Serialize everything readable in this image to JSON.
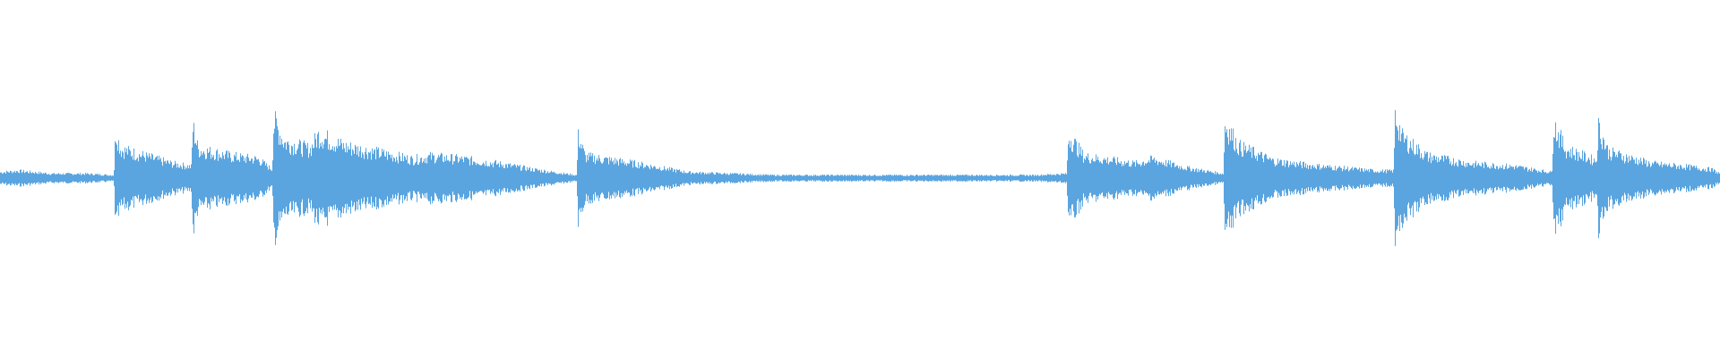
{
  "waveform": {
    "color": "#5aa5e0",
    "background": "#ffffff",
    "peaks": [
      [
        0.0,
        0.04
      ],
      [
        0.01,
        0.05
      ],
      [
        0.03,
        0.03
      ],
      [
        0.05,
        0.03
      ],
      [
        0.066,
        0.02
      ],
      [
        0.067,
        0.33
      ],
      [
        0.07,
        0.2
      ],
      [
        0.085,
        0.15
      ],
      [
        0.1,
        0.1
      ],
      [
        0.111,
        0.08
      ],
      [
        0.112,
        0.36
      ],
      [
        0.115,
        0.2
      ],
      [
        0.135,
        0.15
      ],
      [
        0.15,
        0.13
      ],
      [
        0.158,
        0.06
      ],
      [
        0.159,
        0.4
      ],
      [
        0.165,
        0.25
      ],
      [
        0.18,
        0.2
      ],
      [
        0.185,
        0.3
      ],
      [
        0.2,
        0.22
      ],
      [
        0.24,
        0.13
      ],
      [
        0.25,
        0.15
      ],
      [
        0.27,
        0.13
      ],
      [
        0.29,
        0.1
      ],
      [
        0.31,
        0.06
      ],
      [
        0.335,
        0.02
      ],
      [
        0.336,
        0.3
      ],
      [
        0.34,
        0.15
      ],
      [
        0.37,
        0.1
      ],
      [
        0.4,
        0.04
      ],
      [
        0.45,
        0.02
      ],
      [
        0.5,
        0.02
      ],
      [
        0.55,
        0.02
      ],
      [
        0.6,
        0.02
      ],
      [
        0.62,
        0.03
      ],
      [
        0.621,
        0.3
      ],
      [
        0.63,
        0.15
      ],
      [
        0.66,
        0.1
      ],
      [
        0.67,
        0.13
      ],
      [
        0.69,
        0.07
      ],
      [
        0.711,
        0.03
      ],
      [
        0.712,
        0.38
      ],
      [
        0.72,
        0.22
      ],
      [
        0.74,
        0.12
      ],
      [
        0.76,
        0.09
      ],
      [
        0.78,
        0.07
      ],
      [
        0.8,
        0.05
      ],
      [
        0.81,
        0.05
      ],
      [
        0.811,
        0.45
      ],
      [
        0.815,
        0.28
      ],
      [
        0.83,
        0.15
      ],
      [
        0.855,
        0.1
      ],
      [
        0.88,
        0.08
      ],
      [
        0.902,
        0.04
      ],
      [
        0.903,
        0.38
      ],
      [
        0.91,
        0.2
      ],
      [
        0.928,
        0.12
      ],
      [
        0.929,
        0.36
      ],
      [
        0.935,
        0.18
      ],
      [
        0.96,
        0.1
      ],
      [
        0.98,
        0.08
      ],
      [
        0.995,
        0.06
      ],
      [
        1.0,
        0.03
      ]
    ]
  }
}
